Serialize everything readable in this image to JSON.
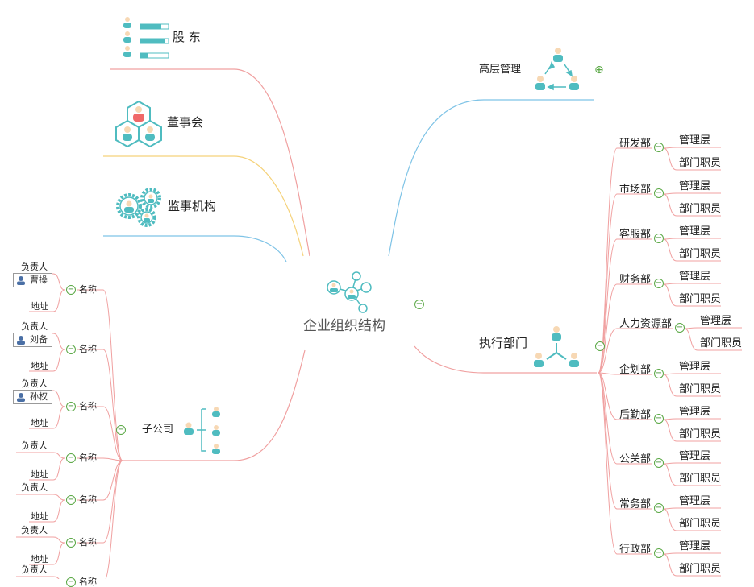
{
  "center": {
    "label": "企业组织结构"
  },
  "top_left": {
    "shareholders": "股  东",
    "board": "董事会",
    "supervisory": "监事机构"
  },
  "top_right": {
    "senior_management": "高层管理",
    "expand_symbol": "⊕"
  },
  "executive": {
    "label": "执行部门",
    "departments": [
      {
        "name": "研发部",
        "children": [
          "管理层",
          "部门职员"
        ]
      },
      {
        "name": "市场部",
        "children": [
          "管理层",
          "部门职员"
        ]
      },
      {
        "name": "客服部",
        "children": [
          "管理层",
          "部门职员"
        ]
      },
      {
        "name": "财务部",
        "children": [
          "管理层",
          "部门职员"
        ]
      },
      {
        "name": "人力资源部",
        "children": [
          "管理层",
          "部门职员"
        ]
      },
      {
        "name": "企划部",
        "children": [
          "管理层",
          "部门职员"
        ]
      },
      {
        "name": "后勤部",
        "children": [
          "管理层",
          "部门职员"
        ]
      },
      {
        "name": "公关部",
        "children": [
          "管理层",
          "部门职员"
        ]
      },
      {
        "name": "常务部",
        "children": [
          "管理层",
          "部门职员"
        ]
      },
      {
        "name": "行政部",
        "children": [
          "管理层",
          "部门职员"
        ]
      }
    ]
  },
  "subsidiary": {
    "label": "子公司",
    "items": [
      {
        "name_label": "名称",
        "person_label": "负责人",
        "person_name": "曹操",
        "address_label": "地址"
      },
      {
        "name_label": "名称",
        "person_label": "负责人",
        "person_name": "刘备",
        "address_label": "地址"
      },
      {
        "name_label": "名称",
        "person_label": "负责人",
        "person_name": "孙权",
        "address_label": "地址"
      },
      {
        "name_label": "名称",
        "person_label": "负责人",
        "address_label": "地址"
      },
      {
        "name_label": "名称",
        "person_label": "负责人",
        "address_label": "地址"
      },
      {
        "name_label": "名称",
        "person_label": "负责人",
        "address_label": "地址"
      },
      {
        "name_label": "名称",
        "person_label": "负责人"
      }
    ]
  },
  "colors": {
    "red_line": "#f0a0a0",
    "blue_line": "#7ec3e6",
    "yellow_line": "#f5d27a",
    "teal_icon": "#4fbcc0",
    "skin": "#f7d8b4",
    "accent_red": "#f06868",
    "toggle_green": "#5aa845"
  },
  "icons": [
    "people-icon",
    "hexagon-team-icon",
    "gear-team-icon",
    "triangle-team-icon",
    "network-icon",
    "fork-team-icon",
    "bracket-team-icon",
    "user-avatar-icon"
  ]
}
